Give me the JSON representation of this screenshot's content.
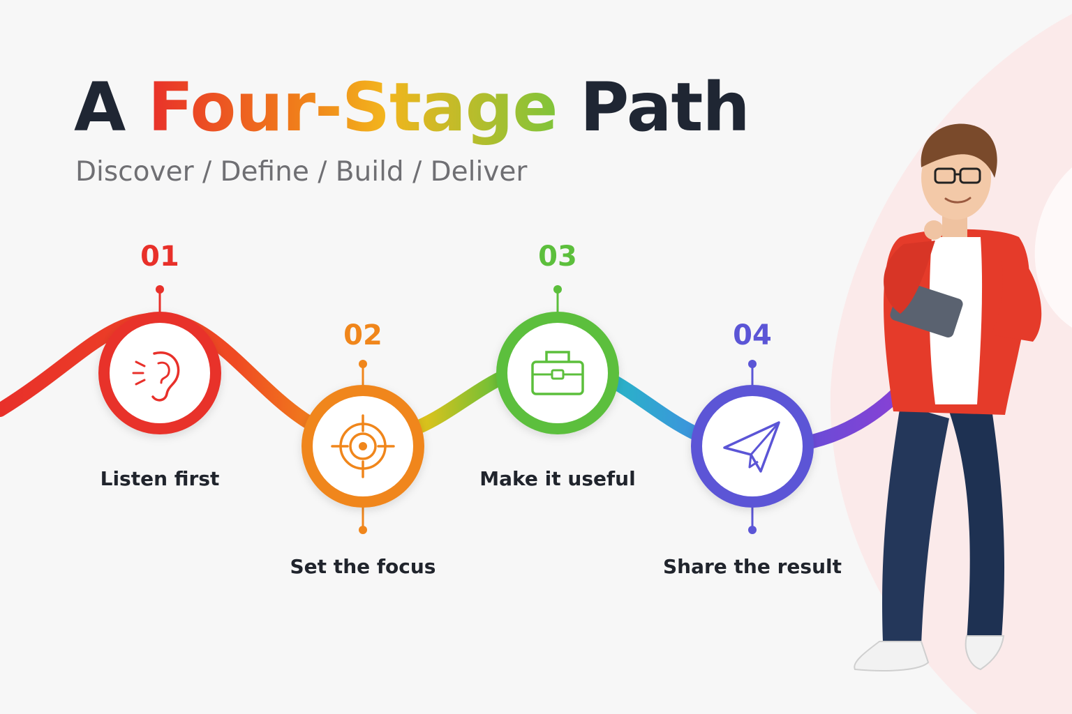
{
  "title": {
    "prefix": "A",
    "highlight": "Four-Stage",
    "suffix": "Path"
  },
  "subtitle": "Discover / Define / Build / Deliver",
  "stages": [
    {
      "number": "01",
      "label": "Listen first",
      "icon": "ear-icon",
      "color": "#e8302a"
    },
    {
      "number": "02",
      "label": "Set the focus",
      "icon": "target-icon",
      "color": "#f0861b"
    },
    {
      "number": "03",
      "label": "Make it useful",
      "icon": "toolbox-icon",
      "color": "#5cbf3c"
    },
    {
      "number": "04",
      "label": "Share the result",
      "icon": "paper-plane-icon",
      "color": "#5b55d6"
    }
  ],
  "illustration": {
    "icon": "person-with-tablet-icon"
  },
  "colors": {
    "title_dark": "#1f2633",
    "path_end": "#8a3fd4"
  }
}
